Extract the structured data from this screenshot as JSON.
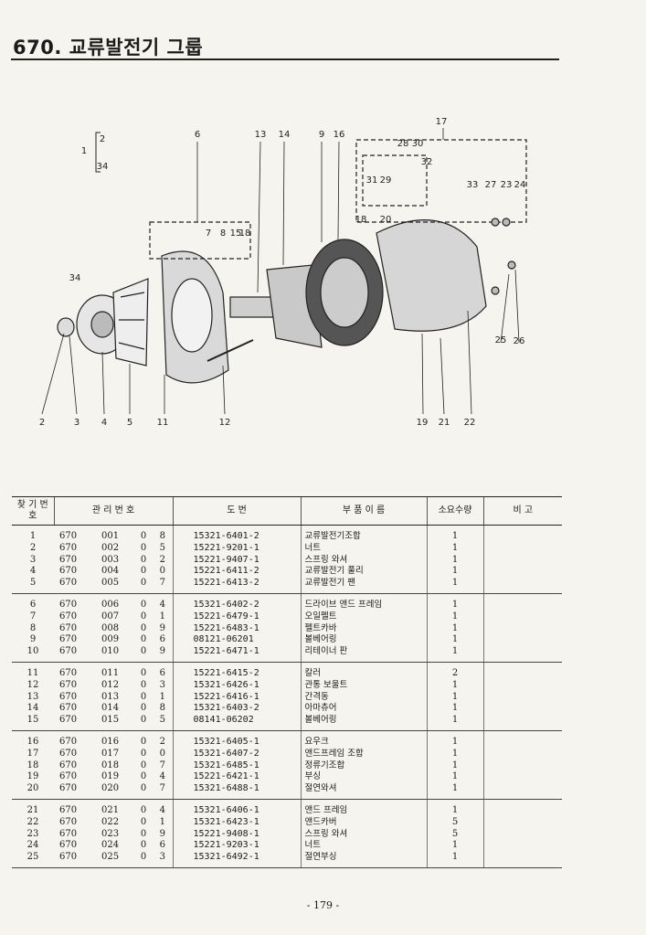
{
  "page_title": "670. 교류발전기 그룹",
  "diagram": {
    "callouts": [
      "1",
      "2",
      "34",
      "6",
      "13",
      "14",
      "9",
      "16",
      "17",
      "28",
      "30",
      "32",
      "31",
      "29",
      "18",
      "20",
      "33",
      "27",
      "23",
      "24",
      "7",
      "8",
      "15",
      "18",
      "34",
      "2",
      "3",
      "4",
      "5",
      "11",
      "12",
      "19",
      "21",
      "22",
      "25",
      "26"
    ]
  },
  "table": {
    "headers": {
      "find_no": "찾 기 번 호",
      "mgmt_no": "관 리 번 호",
      "drawing_no": "도 번",
      "part_name": "부 품 이 름",
      "qty": "소요수량",
      "remark": "비 고"
    },
    "groups": [
      [
        {
          "no": "1",
          "g": "670",
          "s": "001",
          "a": "0",
          "b": "8",
          "dwg": "15321-6401-2",
          "name": "교류발전기조합",
          "qty": "1"
        },
        {
          "no": "2",
          "g": "670",
          "s": "002",
          "a": "0",
          "b": "5",
          "dwg": "15221-9201-1",
          "name": "너트",
          "qty": "1"
        },
        {
          "no": "3",
          "g": "670",
          "s": "003",
          "a": "0",
          "b": "2",
          "dwg": "15221-9407-1",
          "name": "스프링 와셔",
          "qty": "1"
        },
        {
          "no": "4",
          "g": "670",
          "s": "004",
          "a": "0",
          "b": "0",
          "dwg": "15221-6411-2",
          "name": "교류발전기 풀리",
          "qty": "1"
        },
        {
          "no": "5",
          "g": "670",
          "s": "005",
          "a": "0",
          "b": "7",
          "dwg": "15221-6413-2",
          "name": "교류발전기 팬",
          "qty": "1"
        }
      ],
      [
        {
          "no": "6",
          "g": "670",
          "s": "006",
          "a": "0",
          "b": "4",
          "dwg": "15321-6402-2",
          "name": "드라이브 앤드 프레임",
          "qty": "1"
        },
        {
          "no": "7",
          "g": "670",
          "s": "007",
          "a": "0",
          "b": "1",
          "dwg": "15221-6479-1",
          "name": "오일펠트",
          "qty": "1"
        },
        {
          "no": "8",
          "g": "670",
          "s": "008",
          "a": "0",
          "b": "9",
          "dwg": "15221-6483-1",
          "name": "펠트카바",
          "qty": "1"
        },
        {
          "no": "9",
          "g": "670",
          "s": "009",
          "a": "0",
          "b": "6",
          "dwg": "08121-06201",
          "name": "볼베어링",
          "qty": "1"
        },
        {
          "no": "10",
          "g": "670",
          "s": "010",
          "a": "0",
          "b": "9",
          "dwg": "15221-6471-1",
          "name": "리테이너 판",
          "qty": "1"
        }
      ],
      [
        {
          "no": "11",
          "g": "670",
          "s": "011",
          "a": "0",
          "b": "6",
          "dwg": "15221-6415-2",
          "name": "칼러",
          "qty": "2"
        },
        {
          "no": "12",
          "g": "670",
          "s": "012",
          "a": "0",
          "b": "3",
          "dwg": "15321-6426-1",
          "name": "관통 보울트",
          "qty": "1"
        },
        {
          "no": "13",
          "g": "670",
          "s": "013",
          "a": "0",
          "b": "1",
          "dwg": "15221-6416-1",
          "name": "간격동",
          "qty": "1"
        },
        {
          "no": "14",
          "g": "670",
          "s": "014",
          "a": "0",
          "b": "8",
          "dwg": "15321-6403-2",
          "name": "아마츄어",
          "qty": "1"
        },
        {
          "no": "15",
          "g": "670",
          "s": "015",
          "a": "0",
          "b": "5",
          "dwg": "08141-06202",
          "name": "볼베어링",
          "qty": "1"
        }
      ],
      [
        {
          "no": "16",
          "g": "670",
          "s": "016",
          "a": "0",
          "b": "2",
          "dwg": "15321-6405-1",
          "name": "요우크",
          "qty": "1"
        },
        {
          "no": "17",
          "g": "670",
          "s": "017",
          "a": "0",
          "b": "0",
          "dwg": "15321-6407-2",
          "name": "앤드프레임 조합",
          "qty": "1"
        },
        {
          "no": "18",
          "g": "670",
          "s": "018",
          "a": "0",
          "b": "7",
          "dwg": "15321-6485-1",
          "name": "정류기조합",
          "qty": "1"
        },
        {
          "no": "19",
          "g": "670",
          "s": "019",
          "a": "0",
          "b": "4",
          "dwg": "15221-6421-1",
          "name": "부싱",
          "qty": "1"
        },
        {
          "no": "20",
          "g": "670",
          "s": "020",
          "a": "0",
          "b": "7",
          "dwg": "15321-6488-1",
          "name": "절연와셔",
          "qty": "1"
        }
      ],
      [
        {
          "no": "21",
          "g": "670",
          "s": "021",
          "a": "0",
          "b": "4",
          "dwg": "15321-6406-1",
          "name": "앤드 프레임",
          "qty": "1"
        },
        {
          "no": "22",
          "g": "670",
          "s": "022",
          "a": "0",
          "b": "1",
          "dwg": "15321-6423-1",
          "name": "앤드카버",
          "qty": "5"
        },
        {
          "no": "23",
          "g": "670",
          "s": "023",
          "a": "0",
          "b": "9",
          "dwg": "15221-9408-1",
          "name": "스프링 와셔",
          "qty": "5"
        },
        {
          "no": "24",
          "g": "670",
          "s": "024",
          "a": "0",
          "b": "6",
          "dwg": "15221-9203-1",
          "name": "너트",
          "qty": "1"
        },
        {
          "no": "25",
          "g": "670",
          "s": "025",
          "a": "0",
          "b": "3",
          "dwg": "15321-6492-1",
          "name": "절연부싱",
          "qty": "1"
        }
      ]
    ]
  },
  "page_number": "- 179 -"
}
